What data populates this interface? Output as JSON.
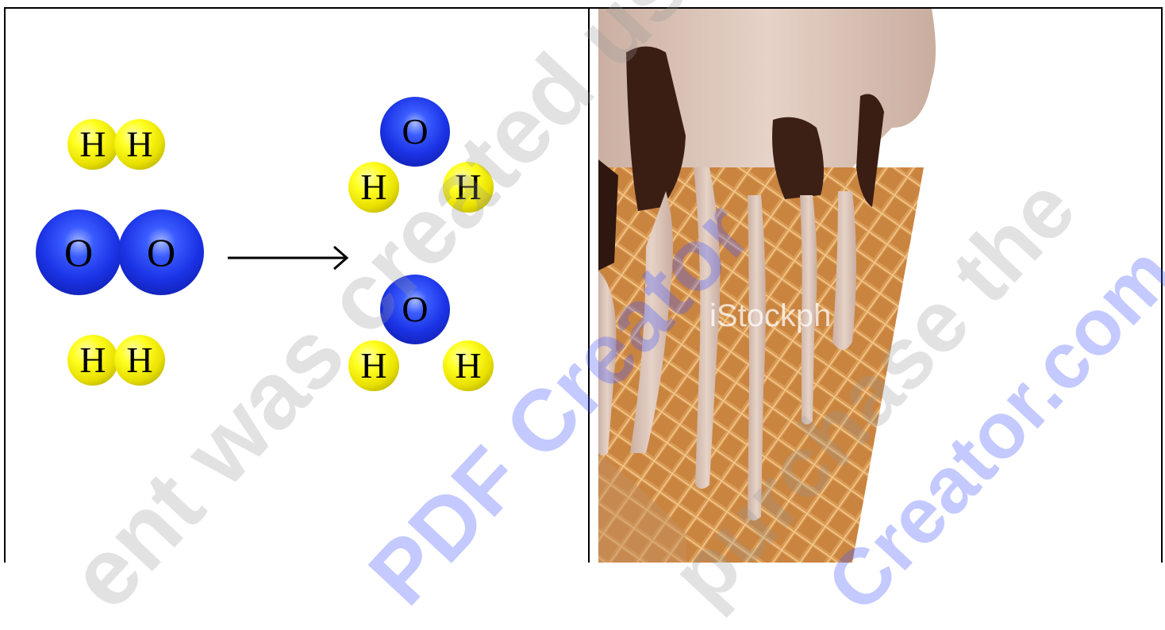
{
  "molecules": {
    "reactants": {
      "h2_top": [
        "H",
        "H"
      ],
      "o2": [
        "O",
        "O"
      ],
      "h2_bottom": [
        "H",
        "H"
      ]
    },
    "products": {
      "water_top": {
        "o": "O",
        "h_left": "H",
        "h_right": "H"
      },
      "water_bottom": {
        "o": "O",
        "h_left": "H",
        "h_right": "H"
      }
    }
  },
  "photo": {
    "stock_watermark": "iStockph"
  },
  "watermark": {
    "line1": "ent was created using",
    "line2": "PDF Creator",
    "line3": "purchase the",
    "line4": "Creator.com"
  },
  "colors": {
    "hydrogen": "#ffff20",
    "oxygen": "#1b33e6",
    "watermark_blue": "#4a5aff",
    "watermark_gray": "#969696"
  }
}
